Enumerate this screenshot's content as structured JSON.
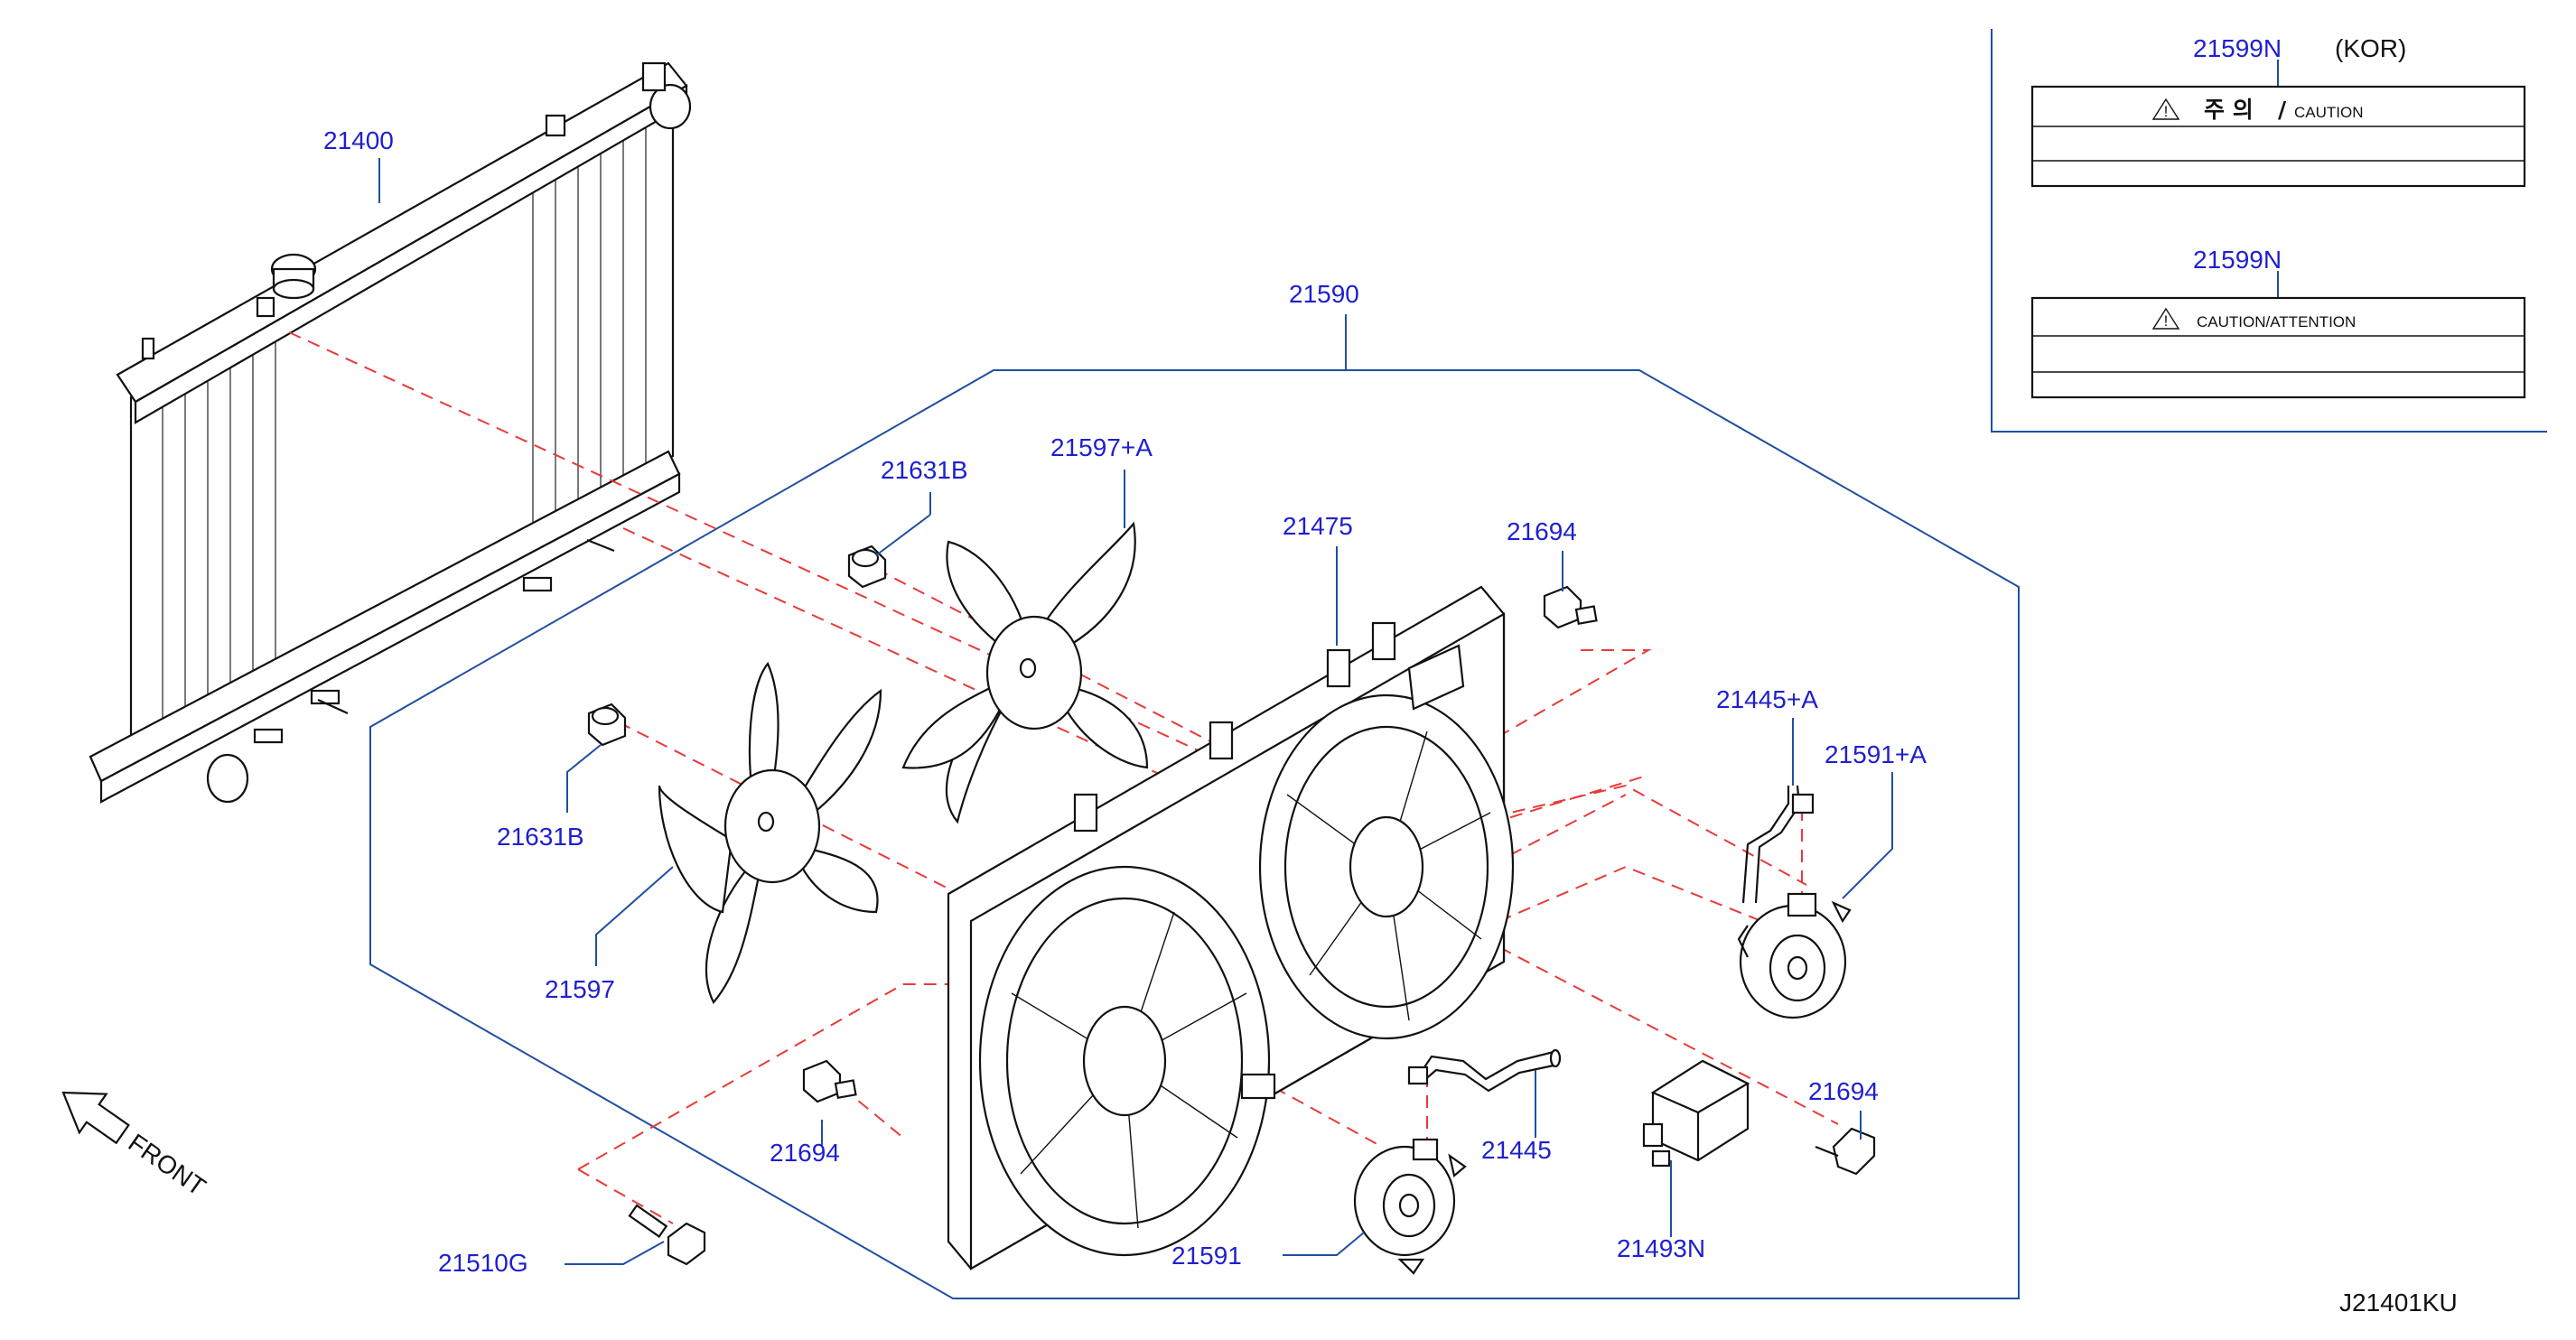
{
  "diagram": {
    "code": "J21401KU",
    "front_label": "FRONT",
    "assembly_label": "21590",
    "parts": [
      {
        "id": "p-21400",
        "label": "21400"
      },
      {
        "id": "p-21590",
        "label": "21590"
      },
      {
        "id": "p-21631b-top",
        "label": "21631B"
      },
      {
        "id": "p-21597a",
        "label": "21597+A"
      },
      {
        "id": "p-21475",
        "label": "21475"
      },
      {
        "id": "p-21694-top",
        "label": "21694"
      },
      {
        "id": "p-21445a",
        "label": "21445+A"
      },
      {
        "id": "p-21591a",
        "label": "21591+A"
      },
      {
        "id": "p-21631b-left",
        "label": "21631B"
      },
      {
        "id": "p-21597",
        "label": "21597"
      },
      {
        "id": "p-21694-left",
        "label": "21694"
      },
      {
        "id": "p-21510g",
        "label": "21510G"
      },
      {
        "id": "p-21591",
        "label": "21591"
      },
      {
        "id": "p-21445",
        "label": "21445"
      },
      {
        "id": "p-21493n",
        "label": "21493N"
      },
      {
        "id": "p-21694-right",
        "label": "21694"
      }
    ],
    "labels_panel": {
      "kor_label": {
        "part_no": "21599N",
        "region": "(KOR)",
        "heading_kor": "주 의",
        "slash": "/",
        "heading_en": "CAUTION"
      },
      "intl_label": {
        "part_no": "21599N",
        "heading": "CAUTION/ATTENTION"
      }
    },
    "colors": {
      "label_text": "#1f1fd0",
      "leader_line": "#1f4fa0",
      "dashed_guide": "#e83a3a",
      "part_outline": "#111111"
    }
  }
}
